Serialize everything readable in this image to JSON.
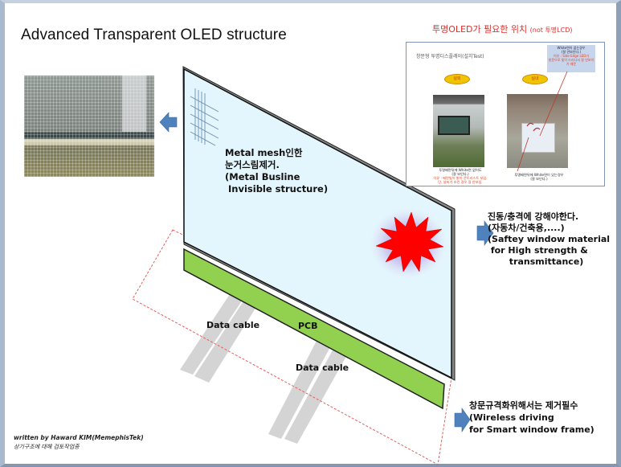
{
  "slide": {
    "title": "Advanced Transparent OLED structure",
    "footer": {
      "author": "written by Haward KIM(MemephisTek)",
      "note": "상기구조에 대해 검토작업중"
    }
  },
  "inset": {
    "title": "투명OLED가 필요한 위치",
    "title_suffix": "(not 투명LCD)",
    "header": "창문형 투명디스플레이(설치Test)",
    "callout": {
      "line1": "White면이 없는경우",
      "line2": "(잘 안보인다.)",
      "line3": "이유 : Side Edge LED가",
      "line4": "창문으로 빛이 드러나서 잘 안보이기 때문"
    },
    "ovals": [
      "실외",
      "실내"
    ],
    "captions": {
      "outdoor_line1": "투명배면뒤에 White면 없어도",
      "outdoor_line2": "(잘 보인다.)",
      "outdoor_red1": "이유 : 배면빛이 밝아 콘트라스트 보임.",
      "outdoor_red2": "단, 날씨가 흐린 경우 잘 안보임.",
      "indoor_line1": "투명배면뒤에 White면이 있는경우",
      "indoor_line2": "(잘 보인다.)"
    }
  },
  "diagram": {
    "mesh_label": "Metal mesh인한\n눈거스림제거.\n(Metal Busline\n Invisible structure)",
    "impact_label": "진동/충격에 강해야한다.\n(자동차/건축용,....)\n(Saftey window material\n for High strength &\n       transmittance)",
    "wireless_label": "창문규격화위해서는 제거필수\n(Wireless driving\nfor Smart window frame)",
    "pcb_label": "PCB",
    "cable_label_1": "Data cable",
    "cable_label_2": "Data cable"
  },
  "colors": {
    "panel_fill": "#e4f6fd",
    "pcb_fill": "#92d050",
    "arrow_fill": "#4f81bd",
    "starburst": "#ff0000",
    "dashed_outline": "#e06060",
    "inset_title": "#d9302c",
    "oval_fill": "#f1c400"
  }
}
